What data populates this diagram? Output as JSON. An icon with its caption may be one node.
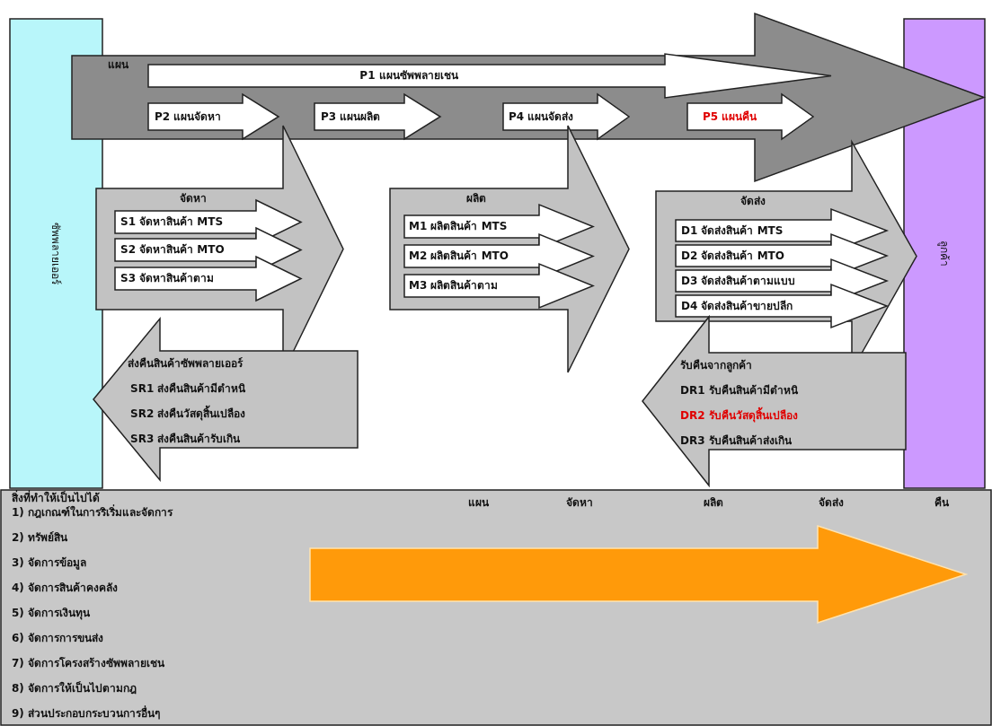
{
  "diagram": {
    "nodes": [
      {
        "text": [
          "แผน"
        ]
      },
      {
        "text": [
          "P1 แผนซัพพลายเชน"
        ],
        "in": 0
      },
      {
        "text": [
          "P2 แผนจัดหา"
        ],
        "in": 0
      },
      {
        "text": [
          "P3 แผนผลิต"
        ],
        "in": 0
      },
      {
        "text": [
          "P4 แผนจัดส่ง"
        ],
        "in": 0
      },
      {
        "text": [
          "P5 แผนคืน"
        ],
        "in": 0
      },
      {
        "text": [
          "ซัพพลายเออร์"
        ]
      },
      {
        "text": [
          "จัดหา"
        ]
      },
      {
        "text": [
          "S1 จัดหาสินค้า MTS"
        ],
        "in": 7
      },
      {
        "text": [
          "S2 จัดหาสินค้า MTO"
        ],
        "in": 7
      },
      {
        "text": [
          "S3 จัดหาสินค้าตาม"
        ],
        "in": 7
      },
      {
        "text": [
          "ผลิต"
        ]
      },
      {
        "text": [
          "M1 ผลิตสินค้า MTS"
        ],
        "in": 11
      },
      {
        "text": [
          "M2 ผลิตสินค้า MTO"
        ],
        "in": 11
      },
      {
        "text": [
          "M3 ผลิตสินค้าตาม"
        ],
        "in": 11
      },
      {
        "text": [
          "จัดส่ง"
        ]
      },
      {
        "text": [
          "D1 จัดส่งสินค้า MTS"
        ],
        "in": 15
      },
      {
        "text": [
          "D2 จัดส่งสินค้า MTO"
        ],
        "in": 15
      },
      {
        "text": [
          "D3 จัดส่งสินค้าตามแบบ"
        ],
        "in": 15
      },
      {
        "text": [
          "D4 จัดส่งสินค้าขายปลีก"
        ],
        "in": 15
      },
      {
        "text": [
          "ลูกค้า"
        ]
      },
      {
        "text": [
          "ส่งคืนสินค้าซัพพลายเออร์",
          "SR1 ส่งคืนสินค้ามีตำหนิ",
          "SR2 ส่งคืนวัสดุสิ้นเปลือง",
          "SR3 ส่งคืนสินค้ารับเกิน"
        ]
      },
      {
        "text": [
          "รับคืนจากลูกค้า",
          "DR1 รับคืนสินค้ามีตำหนิ",
          "DR2 รับคืนวัสดุสิ้นเปลือง",
          "DR3 รับคืนสินค้าส่งเกิน"
        ]
      },
      {
        "text": [
          "สิ่งที่ทำให้เป็นไปได้",
          "1) กฎเกณฑ์ในการริเริ่มและจัดการ",
          "2) ทรัพย์สิน",
          "3) จัดการข้อมูล",
          "4) จัดการสินค้าคงคลัง",
          "5) จัดการเงินทุน",
          "6) จัดการการขนส่ง",
          "7) จัดการโครงสร้างซัพพลายเชน",
          "8) จัดการให้เป็นไปตามกฎ",
          "9) ส่วนประกอบกระบวนการอื่นๆ"
        ]
      }
    ],
    "labels": [
      "แผน",
      "จัดหา",
      "ผลิต",
      "จัดส่ง",
      "คืน"
    ]
  }
}
